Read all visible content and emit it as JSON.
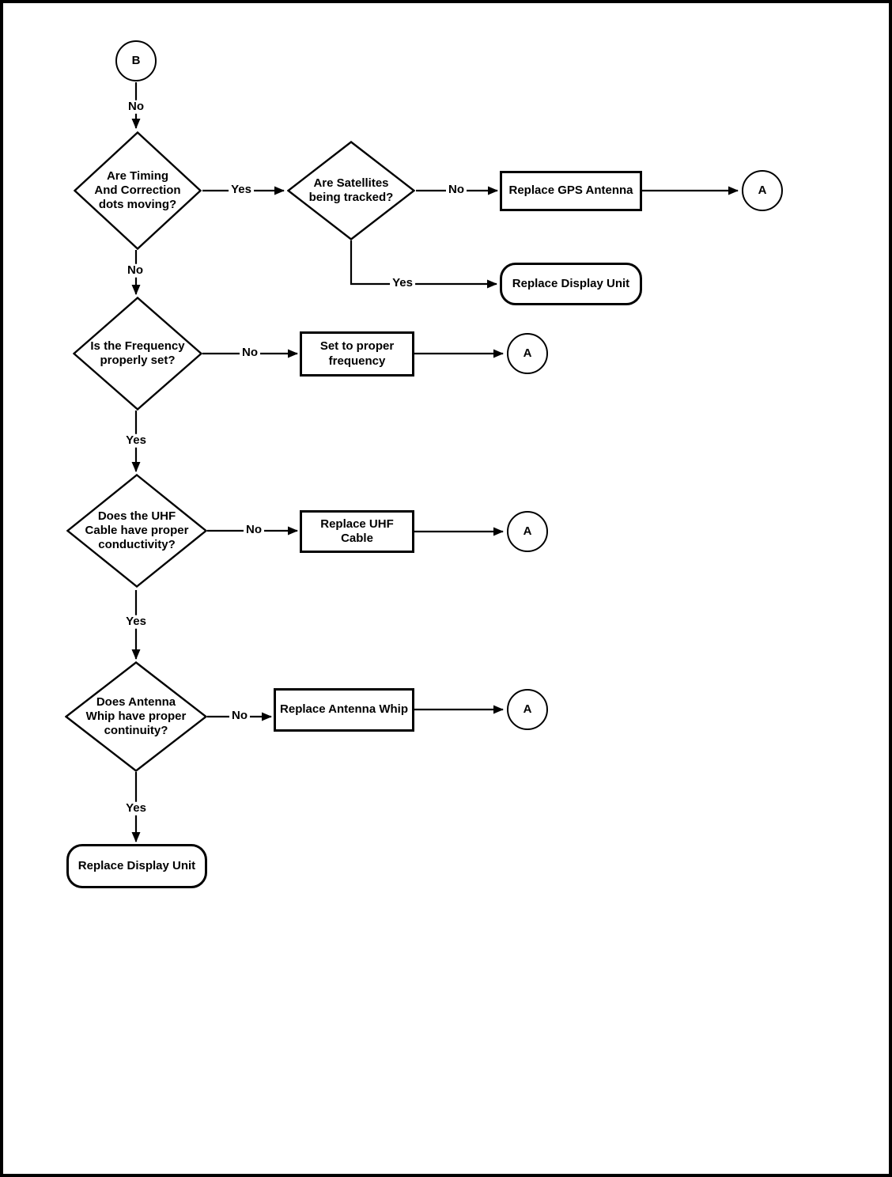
{
  "page": {
    "title": "GPS / UHF troubleshooting flowchart",
    "colors": {
      "ink": "#000000",
      "paper": "#ffffff"
    }
  },
  "nodes": {
    "connector_b": {
      "type": "connector-circle",
      "label": "B"
    },
    "decision_timing_dots": {
      "type": "decision",
      "label": "Are Timing\nAnd Correction\ndots moving?"
    },
    "decision_satellites": {
      "type": "decision",
      "label": "Are Satellites\nbeing tracked?"
    },
    "process_replace_gps_antenna": {
      "type": "process",
      "label": "Replace GPS Antenna"
    },
    "connector_a1": {
      "type": "connector-circle",
      "label": "A"
    },
    "terminator_replace_display_unit_top": {
      "type": "terminator",
      "label": "Replace Display Unit"
    },
    "decision_frequency": {
      "type": "decision",
      "label": "Is the Frequency\nproperly set?"
    },
    "process_set_frequency": {
      "type": "process",
      "label": "Set to proper\nfrequency"
    },
    "connector_a2": {
      "type": "connector-circle",
      "label": "A"
    },
    "decision_uhf_cable": {
      "type": "decision",
      "label": "Does the UHF\nCable have proper\nconductivity?"
    },
    "process_replace_uhf_cable": {
      "type": "process",
      "label": "Replace UHF\nCable"
    },
    "connector_a3": {
      "type": "connector-circle",
      "label": "A"
    },
    "decision_antenna_whip": {
      "type": "decision",
      "label": "Does Antenna\nWhip have proper\ncontinuity?"
    },
    "process_replace_antenna_whip": {
      "type": "process",
      "label": "Replace Antenna Whip"
    },
    "connector_a4": {
      "type": "connector-circle",
      "label": "A"
    },
    "terminator_replace_display_unit_bottom": {
      "type": "terminator",
      "label": "Replace Display Unit"
    }
  },
  "edge_labels": {
    "b_to_timing": "No",
    "timing_to_satellites": "Yes",
    "satellites_to_gps": "No",
    "satellites_to_display": "Yes",
    "timing_to_frequency": "No",
    "frequency_to_set": "No",
    "frequency_to_uhf": "Yes",
    "uhf_to_replace": "No",
    "uhf_to_whip": "Yes",
    "whip_to_replace": "No",
    "whip_to_display": "Yes"
  }
}
